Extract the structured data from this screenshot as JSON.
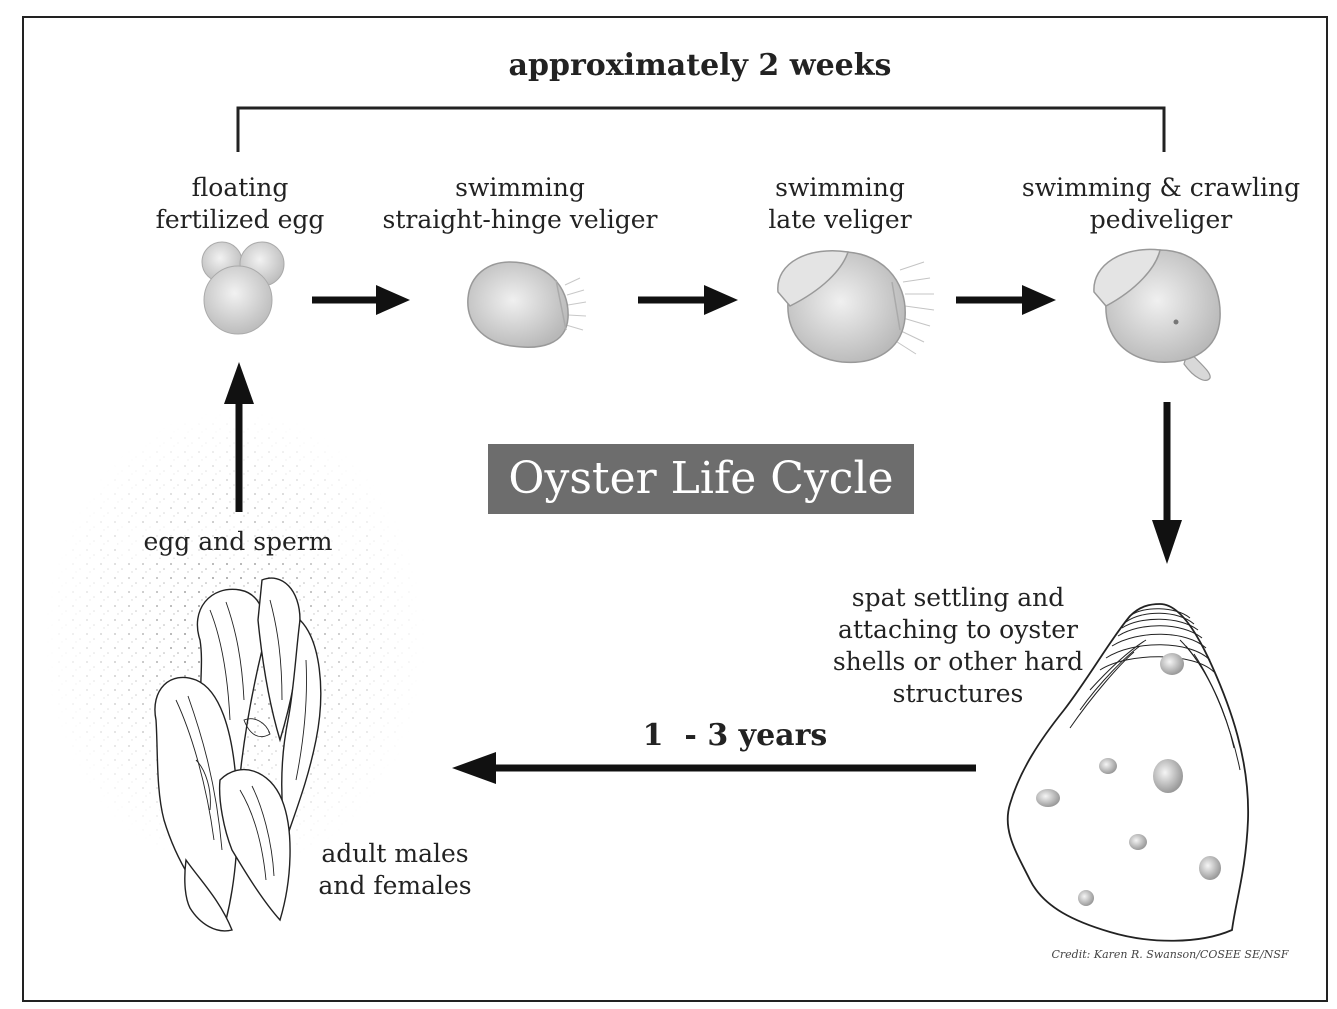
{
  "title": "Oyster Life Cycle",
  "duration_top": "approximately 2 weeks",
  "duration_bottom": "1  - 3 years",
  "stages": {
    "egg": [
      "floating",
      "fertilized egg"
    ],
    "straight_hinge": [
      "swimming",
      "straight-hinge veliger"
    ],
    "late_veliger": [
      "swimming",
      "late veliger"
    ],
    "pediveliger": [
      "swimming & crawling",
      "pediveliger"
    ],
    "spat": [
      "spat settling and",
      "attaching to oyster",
      "shells or other hard",
      "structures"
    ],
    "adult": [
      "adult males",
      "and females"
    ],
    "spawn": "egg and sperm"
  },
  "credit": "Credit: Karen R. Swanson/COSEE SE/NSF"
}
